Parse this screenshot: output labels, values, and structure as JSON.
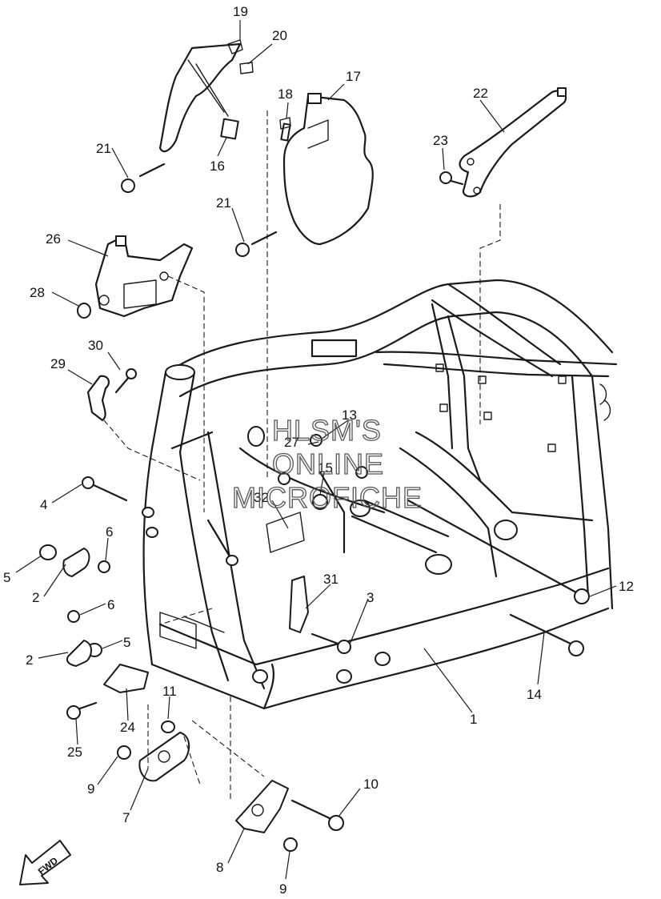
{
  "diagram": {
    "callouts": [
      "1",
      "2",
      "2",
      "3",
      "4",
      "5",
      "5",
      "6",
      "6",
      "7",
      "8",
      "9",
      "9",
      "10",
      "11",
      "12",
      "13",
      "14",
      "15",
      "16",
      "17",
      "18",
      "19",
      "20",
      "21",
      "21",
      "22",
      "23",
      "24",
      "25",
      "26",
      "27",
      "28",
      "29",
      "30",
      "31",
      "32"
    ],
    "watermark": [
      "HLSM'S",
      "ONLINE",
      "MICROFICHE"
    ],
    "direction_badge": "FWD"
  }
}
